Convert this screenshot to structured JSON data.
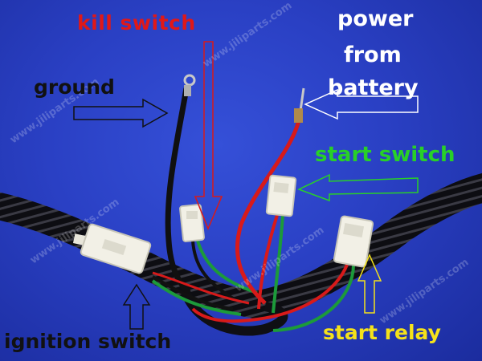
{
  "labels": {
    "kill_switch": "kill switch",
    "ground": "ground",
    "power_line1": "power",
    "power_line2": "from",
    "power_line3": "battery",
    "start_switch": "start switch",
    "start_relay": "start relay",
    "ignition_switch": "ignition switch"
  },
  "watermark": "www.jiliparts.com",
  "colors": {
    "background": "#2a40c4",
    "kill_switch_text": "#e01818",
    "ground_text": "#111111",
    "power_text": "#ffffff",
    "start_switch_text": "#28d028",
    "start_relay_text": "#f5e21a",
    "ignition_text": "#111111",
    "harness_sleeve": "#0d0d12",
    "wire_red": "#d81a1a",
    "wire_green": "#1c9a3a",
    "wire_black": "#101010",
    "connector": "#f2f0e6"
  }
}
